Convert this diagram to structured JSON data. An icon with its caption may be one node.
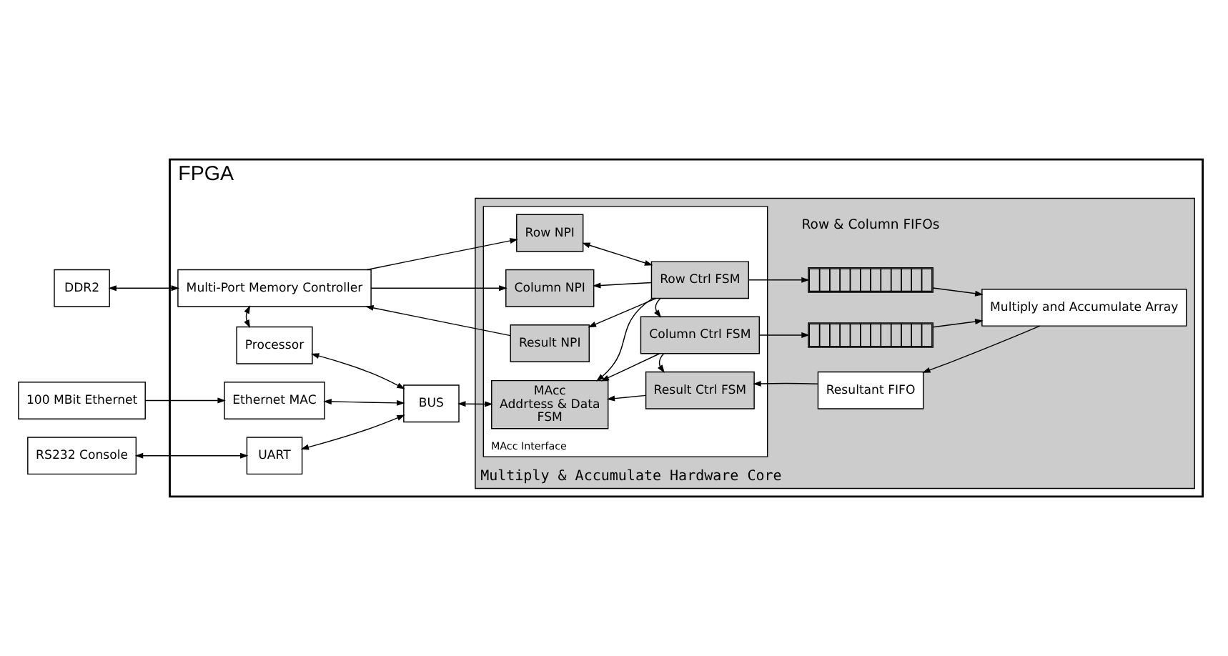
{
  "diagram": {
    "nodes": [
      {
        "text": [
          "FPGA"
        ]
      },
      {
        "text": [
          "DDR2"
        ]
      },
      {
        "text": [
          "Multi-Port Memory Controller"
        ],
        "in": 0
      },
      {
        "text": [
          "Processor"
        ],
        "in": 0
      },
      {
        "text": [
          "Ethernet MAC"
        ],
        "in": 0
      },
      {
        "text": [
          "UART"
        ],
        "in": 0
      },
      {
        "text": [
          "BUS"
        ],
        "in": 0
      },
      {
        "text": [
          "Multiply & Accumulate Hardware Core"
        ],
        "in": 0
      },
      {
        "text": [
          "MAcc Interface"
        ],
        "in": 7
      },
      {
        "text": [
          "Row NPI"
        ],
        "in": 8
      },
      {
        "text": [
          "Column NPI"
        ],
        "in": 8
      },
      {
        "text": [
          "Result NPI"
        ],
        "in": 8
      },
      {
        "text": [
          "MAcc",
          "Addrtess & Data",
          "FSM"
        ],
        "in": 8
      },
      {
        "text": [
          "Row Ctrl FSM"
        ],
        "in": 8
      },
      {
        "text": [
          "Column Ctrl FSM"
        ],
        "in": 8
      },
      {
        "text": [
          "Result Ctrl FSM"
        ],
        "in": 8
      },
      {
        "text": [],
        "shape": "bar",
        "in": 7
      },
      {
        "text": [],
        "shape": "bar",
        "in": 7
      },
      {
        "text": [
          "Resultant FIFO"
        ],
        "in": 7
      },
      {
        "text": [
          "Multiply and Accumulate Array"
        ],
        "in": 7
      },
      {
        "text": [
          "100 MBit Ethernet"
        ]
      },
      {
        "text": [
          "RS232 Console"
        ]
      }
    ],
    "edges": [
      {
        "from": 1,
        "to": 2,
        "arrow": "both"
      },
      {
        "from": 2,
        "to": 9,
        "arrow": "to"
      },
      {
        "from": 2,
        "to": 10,
        "arrow": "to"
      },
      {
        "from": 11,
        "to": 2,
        "arrow": "to"
      },
      {
        "from": 2,
        "to": 3,
        "arrow": "both"
      },
      {
        "from": 3,
        "to": 6,
        "arrow": "both"
      },
      {
        "from": 4,
        "to": 6,
        "arrow": "both"
      },
      {
        "from": 5,
        "to": 6,
        "arrow": "both"
      },
      {
        "from": 20,
        "to": 4,
        "arrow": "to"
      },
      {
        "from": 21,
        "to": 5,
        "arrow": "both"
      },
      {
        "from": 6,
        "to": 12,
        "arrow": "both"
      },
      {
        "from": 9,
        "to": 13,
        "arrow": "both"
      },
      {
        "from": 13,
        "to": 10,
        "arrow": "to"
      },
      {
        "from": 13,
        "to": 11,
        "arrow": "to"
      },
      {
        "from": 13,
        "to": 12,
        "arrow": "to"
      },
      {
        "from": 14,
        "to": 12,
        "arrow": "to"
      },
      {
        "from": 15,
        "to": 12,
        "arrow": "to"
      },
      {
        "from": 13,
        "to": 14,
        "arrow": "to"
      },
      {
        "from": 14,
        "to": 15,
        "arrow": "to"
      },
      {
        "from": 13,
        "to": 16,
        "arrow": "to"
      },
      {
        "from": 14,
        "to": 17,
        "arrow": "to"
      },
      {
        "from": 18,
        "to": 15,
        "arrow": "to"
      },
      {
        "from": 16,
        "to": 19,
        "arrow": "to"
      },
      {
        "from": 17,
        "to": 19,
        "arrow": "to"
      },
      {
        "from": 19,
        "to": 18,
        "arrow": "to"
      }
    ],
    "labels": [
      "Row & Column FIFOs"
    ]
  }
}
